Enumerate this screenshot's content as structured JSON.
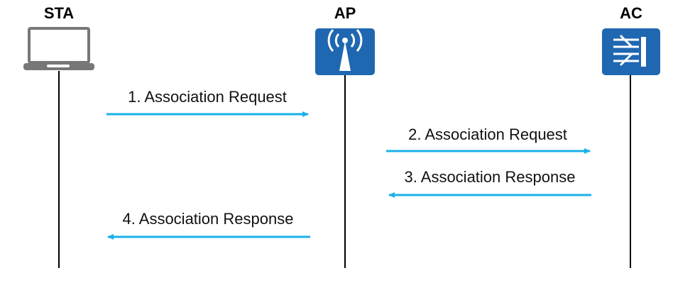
{
  "entities": [
    {
      "id": "sta",
      "label": "STA",
      "icon": "laptop-icon"
    },
    {
      "id": "ap",
      "label": "AP",
      "icon": "wireless-ap-icon"
    },
    {
      "id": "ac",
      "label": "AC",
      "icon": "access-controller-icon"
    }
  ],
  "messages": [
    {
      "step": "1. Association Request",
      "from": "sta",
      "to": "ap",
      "direction": "right"
    },
    {
      "step": "2. Association Request",
      "from": "ap",
      "to": "ac",
      "direction": "right"
    },
    {
      "step": "3. Association Response",
      "from": "ac",
      "to": "ap",
      "direction": "left"
    },
    {
      "step": "4. Association Response",
      "from": "ap",
      "to": "sta",
      "direction": "left"
    }
  ],
  "colors": {
    "arrow": "#1ab0e8",
    "icon_fill": "#1f67b1",
    "laptop": "#777777",
    "lifeline": "#000000"
  }
}
